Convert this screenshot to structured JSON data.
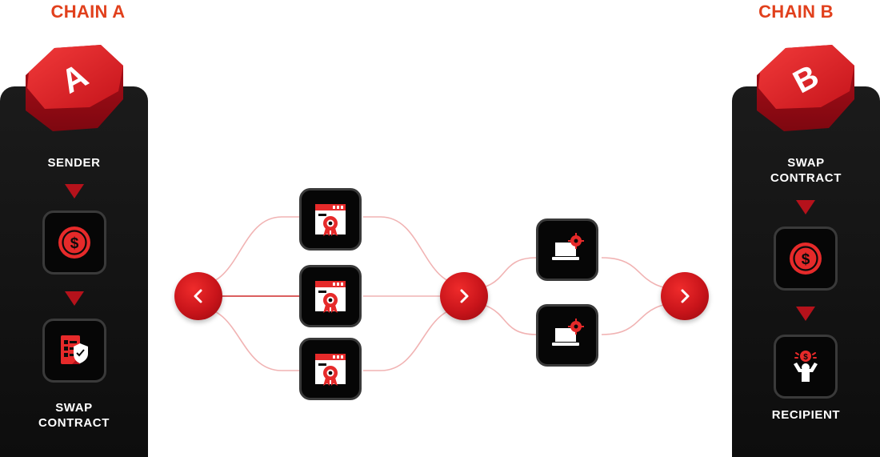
{
  "chain_a": {
    "title": "CHAIN A",
    "cube_letter": "A",
    "sender_label": "SENDER",
    "swap_label_line1": "SWAP",
    "swap_label_line2": "CONTRACT"
  },
  "chain_b": {
    "title": "CHAIN B",
    "cube_letter": "B",
    "swap_label_line1": "SWAP",
    "swap_label_line2": "CONTRACT",
    "recipient_label": "RECIPIENT"
  },
  "icons": {
    "sender_icon": "dollar-coin-icon",
    "swap_contract_a_icon": "shield-document-icon",
    "certificate_icon": "certificate-badge-icon",
    "laptop_icon": "laptop-gear-icon",
    "swap_contract_b_icon": "dollar-coin-icon",
    "recipient_icon": "person-dollar-icon",
    "left_chevron": "chevron-left-icon",
    "right_chevron": "chevron-right-icon"
  },
  "colors": {
    "accent_red": "#e1401c",
    "icon_red": "#e62a2a",
    "panel_dark": "#111111",
    "wire_light": "#f1b3b3",
    "wire_dark": "#cf2a2a"
  }
}
